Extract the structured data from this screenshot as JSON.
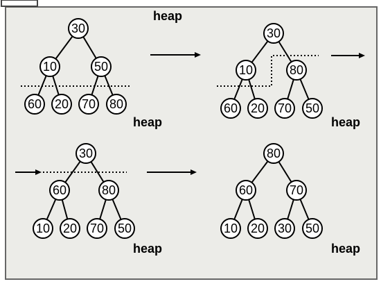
{
  "colors": {
    "background": "#ecece8",
    "frame": "#666666",
    "node_fill": "#ffffff",
    "stroke": "#000000"
  },
  "trees": [
    {
      "label": "heap",
      "nodes": [
        "30",
        "10",
        "50",
        "60",
        "20",
        "70",
        "80"
      ]
    },
    {
      "label": "heap",
      "nodes": [
        "30",
        "10",
        "80",
        "60",
        "20",
        "70",
        "50"
      ]
    },
    {
      "label": "heap",
      "nodes": [
        "30",
        "60",
        "80",
        "10",
        "20",
        "70",
        "50"
      ]
    },
    {
      "label": "heap",
      "nodes": [
        "80",
        "60",
        "70",
        "10",
        "20",
        "30",
        "50"
      ]
    }
  ]
}
